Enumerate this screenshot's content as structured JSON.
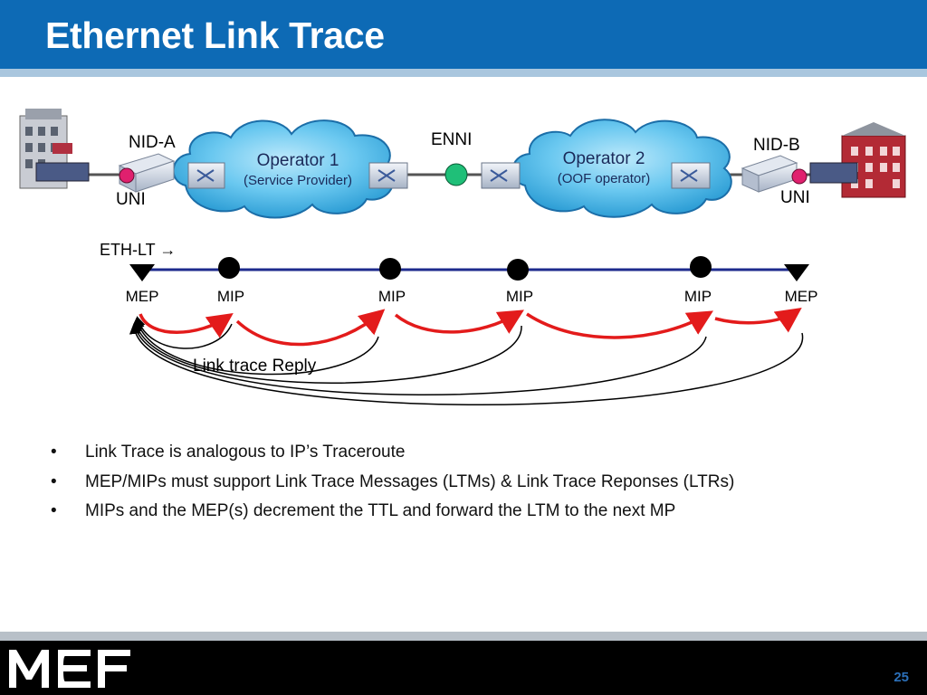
{
  "slide": {
    "title": "Ethernet Link Trace",
    "page_number": "25",
    "logo_text": "MEF"
  },
  "diagram": {
    "nodes": {
      "nid_a": "NID-A",
      "nid_b": "NID-B",
      "enni": "ENNI",
      "uni_left": "UNI",
      "uni_right": "UNI"
    },
    "clouds": [
      {
        "title": "Operator 1",
        "subtitle": "(Service Provider)"
      },
      {
        "title": "Operator 2",
        "subtitle": "(OOF operator)"
      }
    ],
    "eth_lt_label": "ETH-LT →",
    "maintenance_points": [
      "MEP",
      "MIP",
      "MIP",
      "MIP",
      "MIP",
      "MEP"
    ],
    "reply_label": "Link trace Reply",
    "colors": {
      "header": "#0d6ab5",
      "cloud": "#6ac8f0",
      "uni_dot": "#e0206e",
      "enni_dot": "#1fbf78",
      "ltm_arrow": "#e31b1b",
      "line": "#1d2a8c"
    }
  },
  "bullets": [
    "Link Trace is analogous to IP’s Traceroute",
    "MEP/MIPs must support Link Trace Messages (LTMs) &  Link Trace Reponses (LTRs)",
    "MIPs and the MEP(s) decrement the TTL and forward the LTM to the next MP"
  ]
}
